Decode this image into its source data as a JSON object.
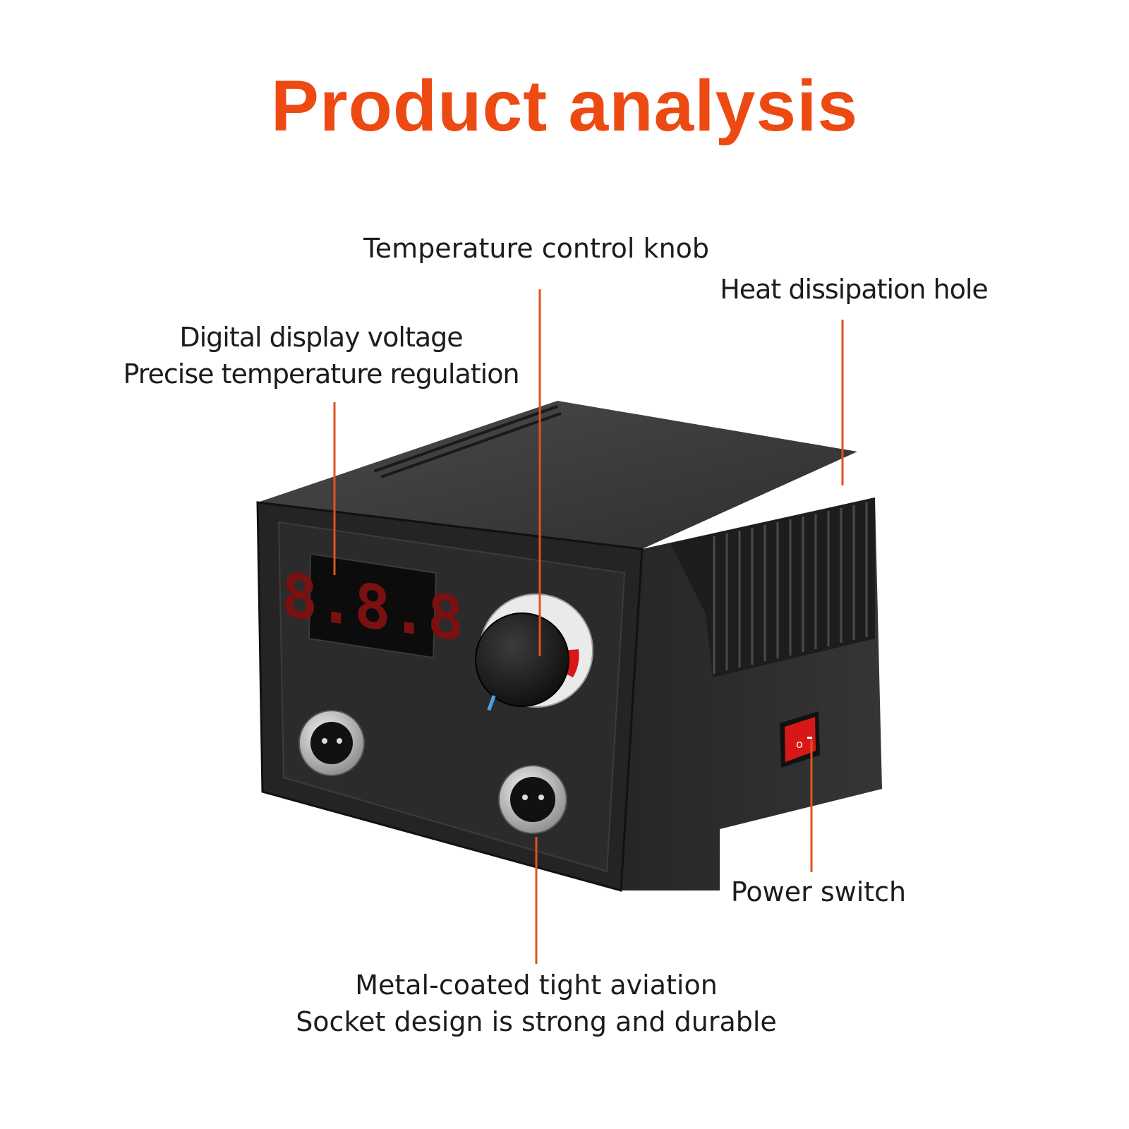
{
  "title": "Product analysis",
  "labels": {
    "knob": "Temperature control knob",
    "heat": "Heat dissipation hole",
    "display_line1": "Digital display voltage",
    "display_line2": "Precise temperature regulation",
    "power": "Power switch",
    "socket_line1": "Metal-coated tight aviation",
    "socket_line2": "Socket design is strong and durable"
  },
  "display_readout": "8.8.8",
  "colors": {
    "accent": "#ec4a12",
    "leader": "#e0531f",
    "device_body": "#2b2b2b",
    "display_digits": "#7a1010",
    "switch": "#d81818"
  }
}
